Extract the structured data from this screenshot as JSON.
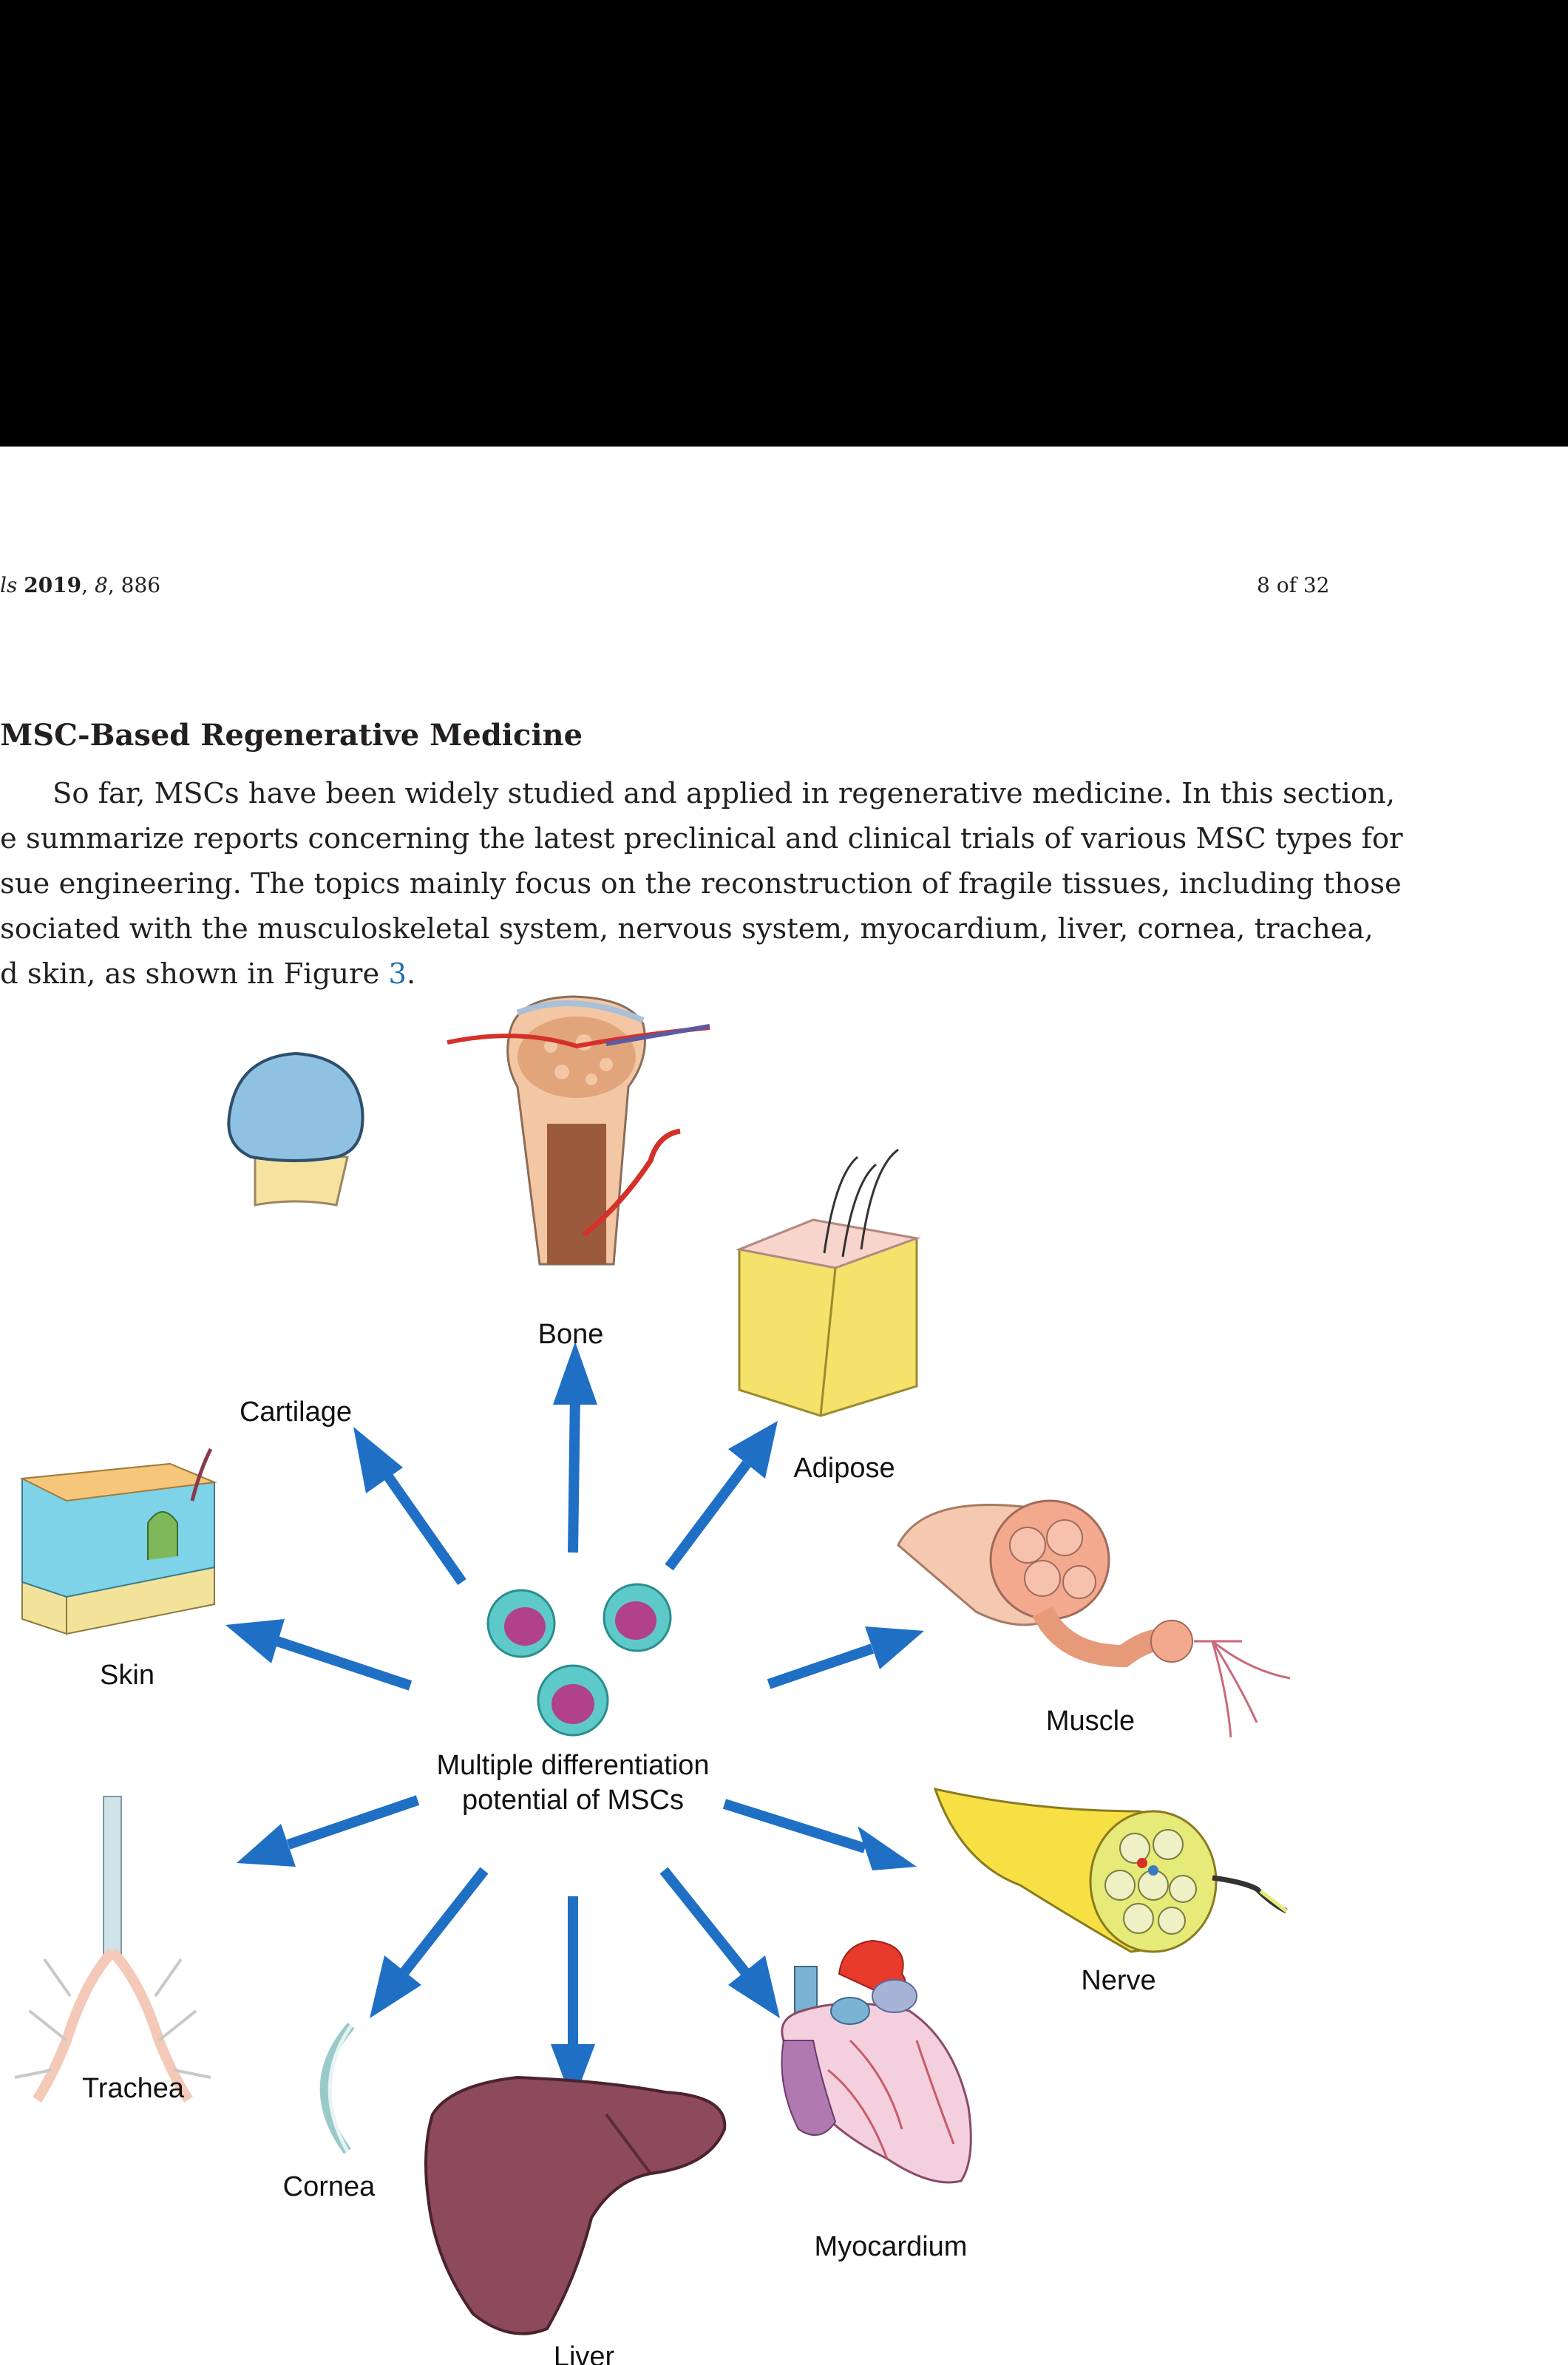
{
  "header": {
    "journal_fragment": "ls",
    "year": "2019",
    "volume": "8",
    "article": "886",
    "page": "8 of 32"
  },
  "section": {
    "title": "MSC-Based Regenerative Medicine"
  },
  "paragraph": {
    "lines": [
      "So far, MSCs have been widely studied and applied in regenerative medicine. In this section,",
      "e summarize reports concerning the latest preclinical and clinical trials of various MSC types for",
      "sue engineering. The topics mainly focus on the reconstruction of fragile tissues, including those",
      "sociated with the musculoskeletal system, nervous system, myocardium, liver, cornea, trachea,"
    ],
    "last_line_pre": "d skin, as shown in Figure ",
    "figure_ref": "3",
    "last_line_post": "."
  },
  "figure": {
    "center_label_line1": "Multiple differentiation",
    "center_label_line2": "potential of MSCs",
    "labels": {
      "bone": "Bone",
      "cartilage": "Cartilage",
      "adipose": "Adipose",
      "skin": "Skin",
      "muscle": "Muscle",
      "trachea": "Trachea",
      "nerve": "Nerve",
      "cornea": "Cornea",
      "liver": "Liver",
      "myocardium": "Myocardium"
    },
    "colors": {
      "arrow": "#1f6fc4",
      "cell_cytoplasm": "#5ec9c9",
      "cell_nucleus": "#b0418a",
      "liver": "#8c4a5a",
      "fat": "#f4e26a"
    }
  }
}
